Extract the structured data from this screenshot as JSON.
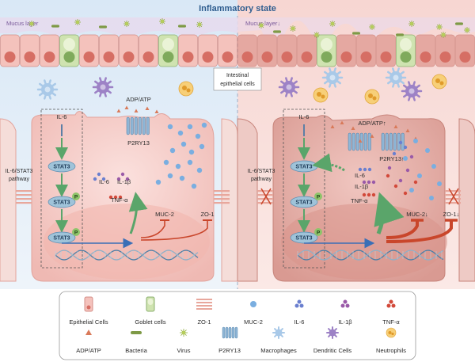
{
  "title": "Inflammatory state",
  "mucus_left": "Mucus layer",
  "mucus_right": "Mucus layer↓",
  "iec_label": [
    "Intestinal",
    "epithelial cells"
  ],
  "left": {
    "il6": "IL-6",
    "stat3": "STAT3",
    "p": "P",
    "pathway": [
      "IL-6/STAT3",
      "pathway"
    ],
    "adp_atp": "ADP/ATP",
    "p2ry13": "P2RY13",
    "il6_small": "IL-6",
    "il1b": "IL-1β",
    "tnfa": "TNF-α",
    "muc2": "MUC-2",
    "zo1": "ZO-1"
  },
  "right": {
    "il6": "IL-6",
    "stat3": "STAT3",
    "p": "P",
    "pathway": [
      "IL-6/STAT3",
      "pathway"
    ],
    "adp_atp": "ADP/ATP↑",
    "p2ry13": "P2RY13↑",
    "il6_small": "IL-6",
    "il1b": "IL-1β",
    "tnfa": "TNF-α",
    "muc2": "MUC-2↓",
    "zo1": "ZO-1↓"
  },
  "legend": [
    {
      "key": "epithelial",
      "label": "Epithelial Cells"
    },
    {
      "key": "goblet",
      "label": "Goblet cells"
    },
    {
      "key": "zo1",
      "label": "ZO-1"
    },
    {
      "key": "muc2",
      "label": "MUC-2"
    },
    {
      "key": "il6",
      "label": "IL-6"
    },
    {
      "key": "il1b",
      "label": "IL-1β"
    },
    {
      "key": "tnfa",
      "label": "TNF-α"
    },
    {
      "key": "adp",
      "label": "ADP/ATP"
    },
    {
      "key": "bacteria",
      "label": "Bacteria"
    },
    {
      "key": "virus",
      "label": "Virus"
    },
    {
      "key": "p2ry13",
      "label": "P2RY13"
    },
    {
      "key": "macrophages",
      "label": "Macrophages"
    },
    {
      "key": "dendritic",
      "label": "Dendritic Cells"
    },
    {
      "key": "neutrophils",
      "label": "Neutrophils"
    }
  ],
  "colors": {
    "left_bg": "#e3eef8",
    "right_bg": "#f9e0dc",
    "cell_left": "#f4c9c4",
    "cell_right": "#e8b3ad",
    "stat3": "#9fc3d9",
    "phospho": "#8dc46a",
    "muc2": "#7aaee0",
    "il6": "#6a7fcf",
    "il1b": "#9a5aa8",
    "tnfa": "#d2493a",
    "arrow_red": "#c9462b",
    "arrow_blue": "#3b6fb6",
    "arrow_green": "#5aa56a"
  }
}
